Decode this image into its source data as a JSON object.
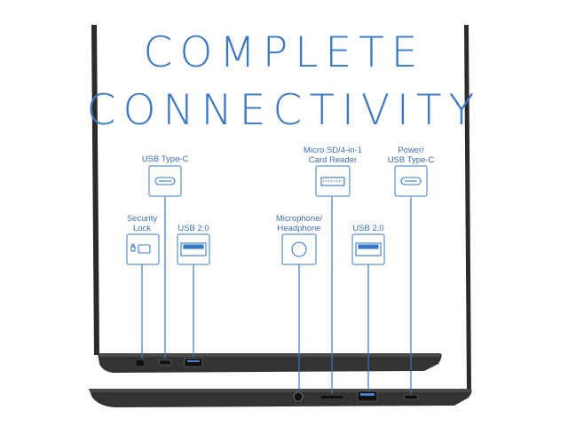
{
  "headline": {
    "line1": "COMPLETE",
    "line2": "CONNECTIVITY"
  },
  "ports": [
    {
      "key": "usb-type-c",
      "label_lines": [
        "USB Type-C"
      ],
      "icon": "usb-c-port-icon"
    },
    {
      "key": "security-lock",
      "label_lines": [
        "Security",
        "Lock"
      ],
      "icon": "lock-slot-icon"
    },
    {
      "key": "usb-2-left",
      "label_lines": [
        "USB 2.0"
      ],
      "icon": "usb-a-port-icon"
    },
    {
      "key": "microphone-headphone",
      "label_lines": [
        "Microphone/",
        "Headphone"
      ],
      "icon": "headphone-jack-icon"
    },
    {
      "key": "card-reader",
      "label_lines": [
        "Micro SD/4-in-1",
        "Card Reader"
      ],
      "icon": "card-slot-icon"
    },
    {
      "key": "usb-2-right",
      "label_lines": [
        "USB 2.0"
      ],
      "icon": "usb-a-port-icon"
    },
    {
      "key": "power-usb-c",
      "label_lines": [
        "Power/",
        "USB Type-C"
      ],
      "icon": "usb-c-port-icon"
    }
  ],
  "colors": {
    "accent": "#3a78c6",
    "laptop_body": "#2b2b2b",
    "laptop_edge": "#4a4a4a"
  }
}
